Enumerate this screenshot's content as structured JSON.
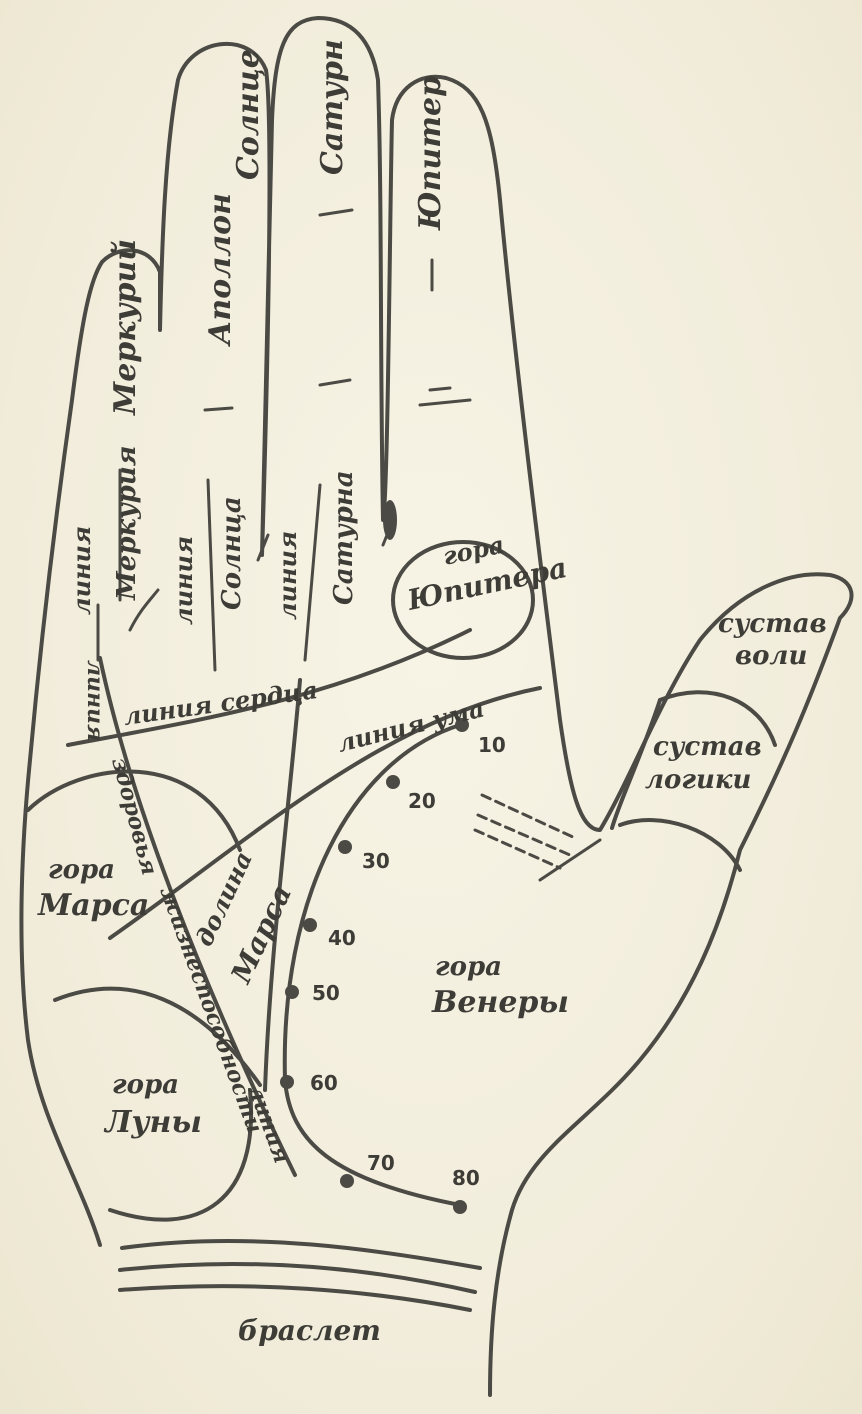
{
  "fingers": {
    "jupiter": "Юпитер",
    "saturn": "Сатурн",
    "sun": "Солнце",
    "apollo": "Аполлон",
    "mercury": "Меркурий"
  },
  "finger_lines": {
    "mercury_line_a": "линия",
    "mercury_line_b": "Меркурия",
    "sun_line_a": "линия",
    "sun_line_b": "Солнца",
    "saturn_line_a": "линия",
    "saturn_line_b": "Сатурна"
  },
  "mounts": {
    "jupiter_a": "гора",
    "jupiter_b": "Юпитера",
    "mars_a": "гора",
    "mars_b": "Марса",
    "moon_a": "гора",
    "moon_b": "Луны",
    "venus_a": "гора",
    "venus_b": "Венеры"
  },
  "lines": {
    "heart": "линия сердца",
    "head": "линия ума",
    "life_a": "линия",
    "life_b": "жизнеспособности",
    "health_a": "линия",
    "health_b": "здоровья",
    "valley_a": "долина",
    "valley_b": "Марса",
    "bracelet": "браслет"
  },
  "thumb": {
    "will_a": "сустав",
    "will_b": "воли",
    "logic_a": "сустав",
    "logic_b": "логики"
  },
  "ages": [
    "10",
    "20",
    "30",
    "40",
    "50",
    "60",
    "70",
    "80"
  ]
}
